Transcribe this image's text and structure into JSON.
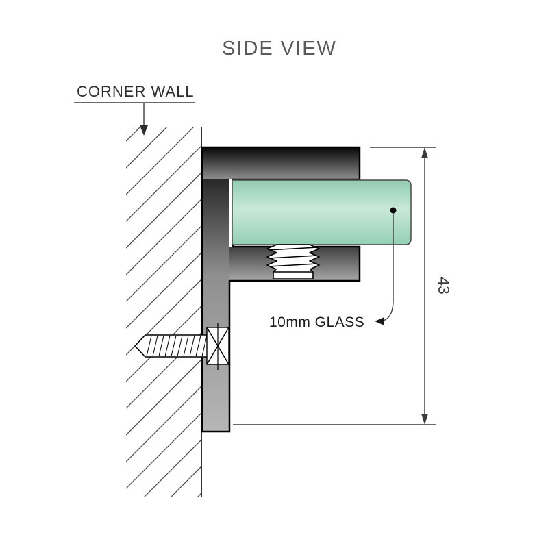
{
  "title": "SIDE VIEW",
  "labels": {
    "corner_wall": "CORNER WALL",
    "glass": "10mm GLASS",
    "dimension_height": "43"
  },
  "colors": {
    "glass_top": "#92ccb1",
    "glass_highlight": "#c9e9d8",
    "glass_bottom": "#95cfb4",
    "bracket_black": "#060606",
    "bracket_mid": "#8f8f8f",
    "bracket_light": "#b6b6b6",
    "title_gray": "#595959",
    "line": "#1a1a1a"
  }
}
